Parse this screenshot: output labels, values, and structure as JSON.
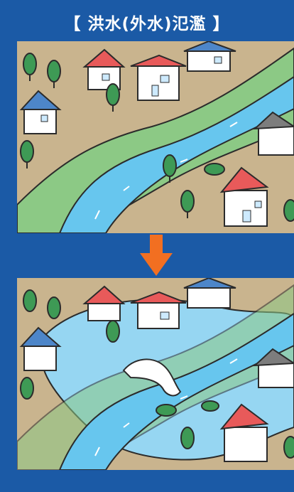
{
  "title": "【 洪水(外水)氾濫 】",
  "panels": [
    {
      "id": "before",
      "state": "normal river, houses and trees on land"
    },
    {
      "id": "after",
      "state": "river overflows, water floods the area around houses"
    }
  ],
  "colors": {
    "background": "#1b5aa6",
    "ground": "#c9b48e",
    "river": "#67c6ee",
    "levee": "#8cc985",
    "flood": "#96d6f2",
    "arrow": "#f26f21",
    "house_roof_red": "#e85a5a",
    "house_roof_blue": "#4d86c9",
    "house_roof_gray": "#7d7d7d",
    "tree": "#3e9a55"
  }
}
